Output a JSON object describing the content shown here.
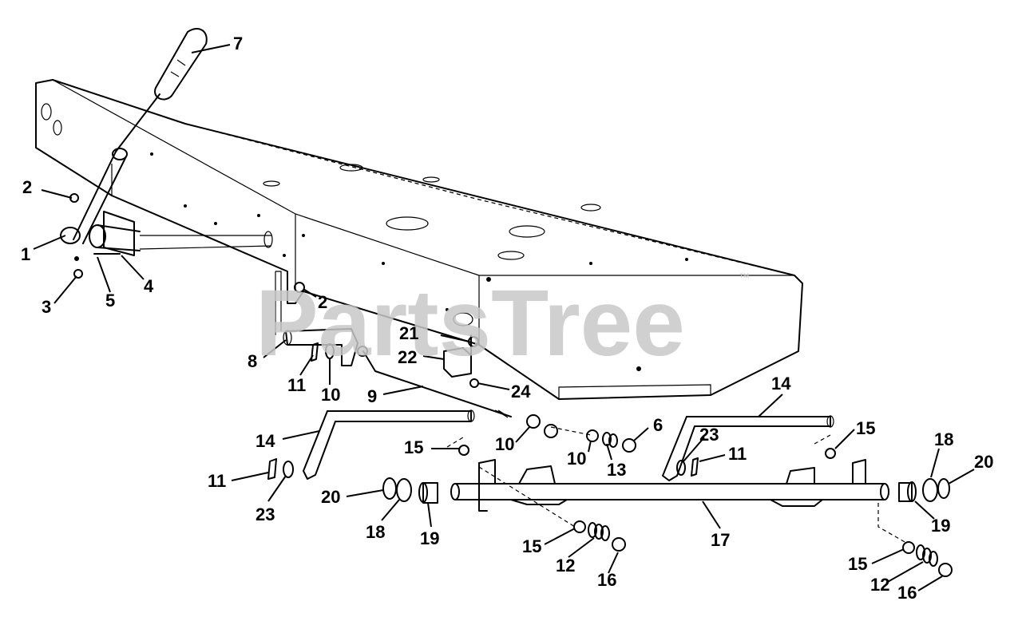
{
  "watermark": {
    "text": "PartsTree",
    "mark": "™"
  },
  "callouts": {
    "c1": "1",
    "c2a": "2",
    "c2b": "2",
    "c3": "3",
    "c4": "4",
    "c5": "5",
    "c6": "6",
    "c7": "7",
    "c8": "8",
    "c9": "9",
    "c10a": "10",
    "c10b": "10",
    "c10c": "10",
    "c11a": "11",
    "c11b": "11",
    "c11c": "11",
    "c12a": "12",
    "c12b": "12",
    "c13": "13",
    "c14a": "14",
    "c14b": "14",
    "c15a": "15",
    "c15b": "15",
    "c15c": "15",
    "c15d": "15",
    "c16a": "16",
    "c16b": "16",
    "c17": "17",
    "c18a": "18",
    "c18b": "18",
    "c19a": "19",
    "c19b": "19",
    "c20a": "20",
    "c20b": "20",
    "c21": "21",
    "c22": "22",
    "c23a": "23",
    "c23b": "23",
    "c24": "24"
  }
}
